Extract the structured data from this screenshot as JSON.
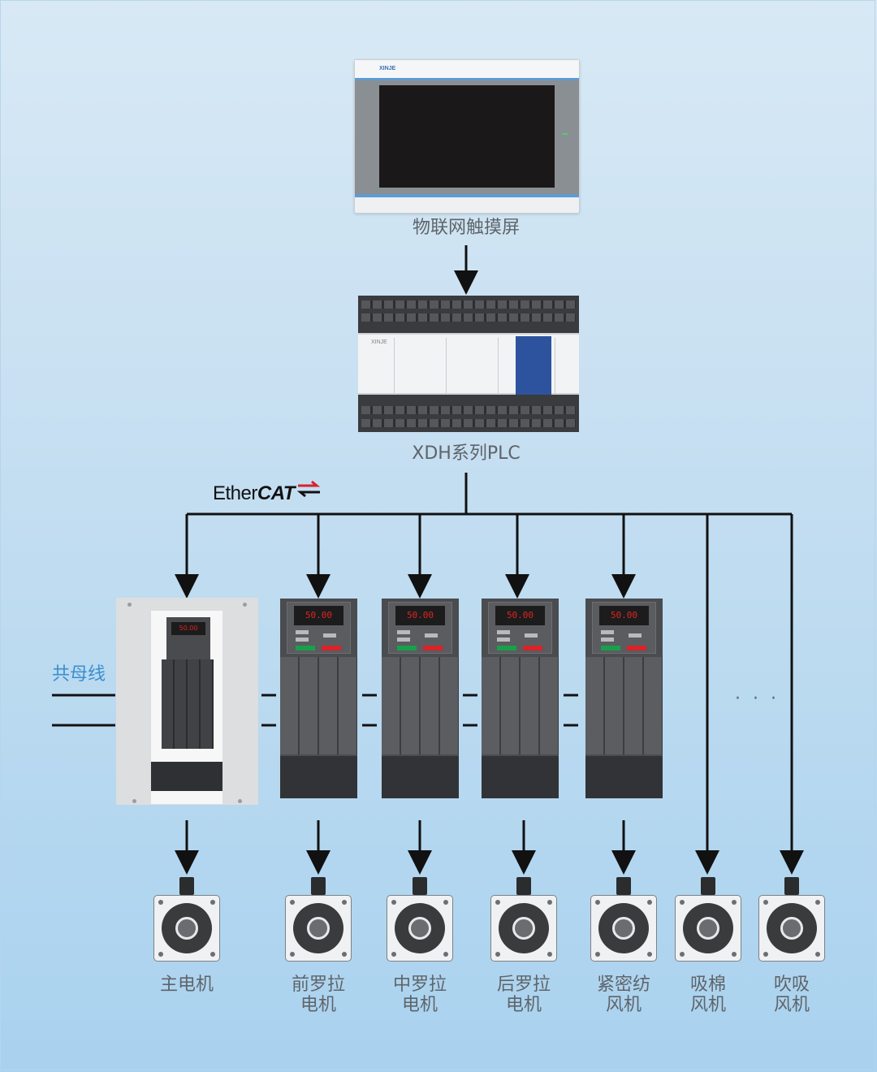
{
  "labels": {
    "hmi": "物联网触摸屏",
    "plc": "XDH系列PLC",
    "bus": "共母线",
    "ethercat_light": "Ether",
    "ethercat_bold": "CAT",
    "ellipsis": "· · ·"
  },
  "devices": {
    "hmi_brand": "XINJE",
    "plc_brand": "XINJE",
    "main_drive_display": "50.00",
    "vfd_display": "50.00"
  },
  "motors": [
    {
      "line1": "主电机",
      "line2": ""
    },
    {
      "line1": "前罗拉",
      "line2": "电机"
    },
    {
      "line1": "中罗拉",
      "line2": "电机"
    },
    {
      "line1": "后罗拉",
      "line2": "电机"
    },
    {
      "line1": "紧密纺",
      "line2": "风机"
    },
    {
      "line1": "吸棉",
      "line2": "风机"
    },
    {
      "line1": "吹吸",
      "line2": "风机"
    }
  ],
  "colors": {
    "bus_label": "#3a8fd0",
    "vfd_green": "#19a04b",
    "vfd_red": "#d8232a",
    "plc_blue": "#2e539e",
    "ethercat_arrow": "#d8232a"
  }
}
